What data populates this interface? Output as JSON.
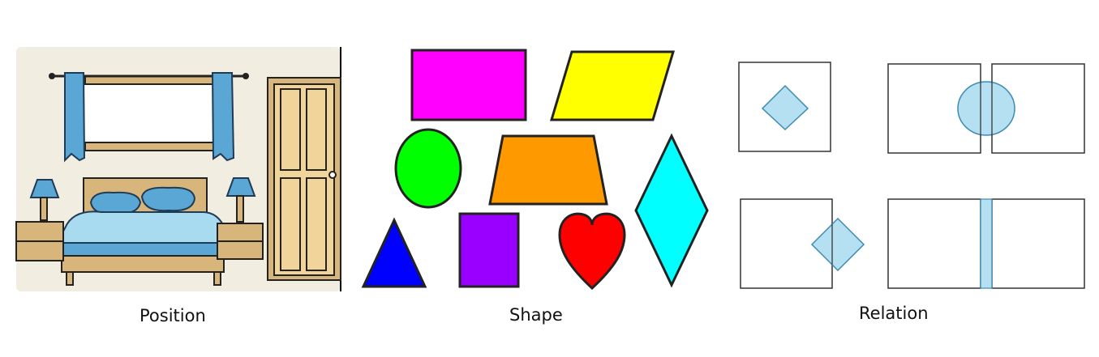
{
  "captions": {
    "position": "Position",
    "shape": "Shape",
    "relation": "Relation"
  },
  "colors": {
    "magenta": "#ff00ff",
    "yellow": "#ffff00",
    "green": "#00ff00",
    "orange": "#ff9900",
    "cyan": "#00ffff",
    "blue": "#0000ff",
    "purple": "#9900ff",
    "red": "#ff0000",
    "light_blue": "#a8dbef",
    "wall": "#f1ede0",
    "wood": "#d8b57a",
    "curtain": "#5aa7d6"
  },
  "shapes": [
    "rectangle",
    "parallelogram",
    "circle",
    "trapezoid",
    "diamond",
    "triangle",
    "square",
    "heart"
  ],
  "relations": [
    "inside",
    "overlap-both",
    "overlap-edge",
    "between"
  ]
}
